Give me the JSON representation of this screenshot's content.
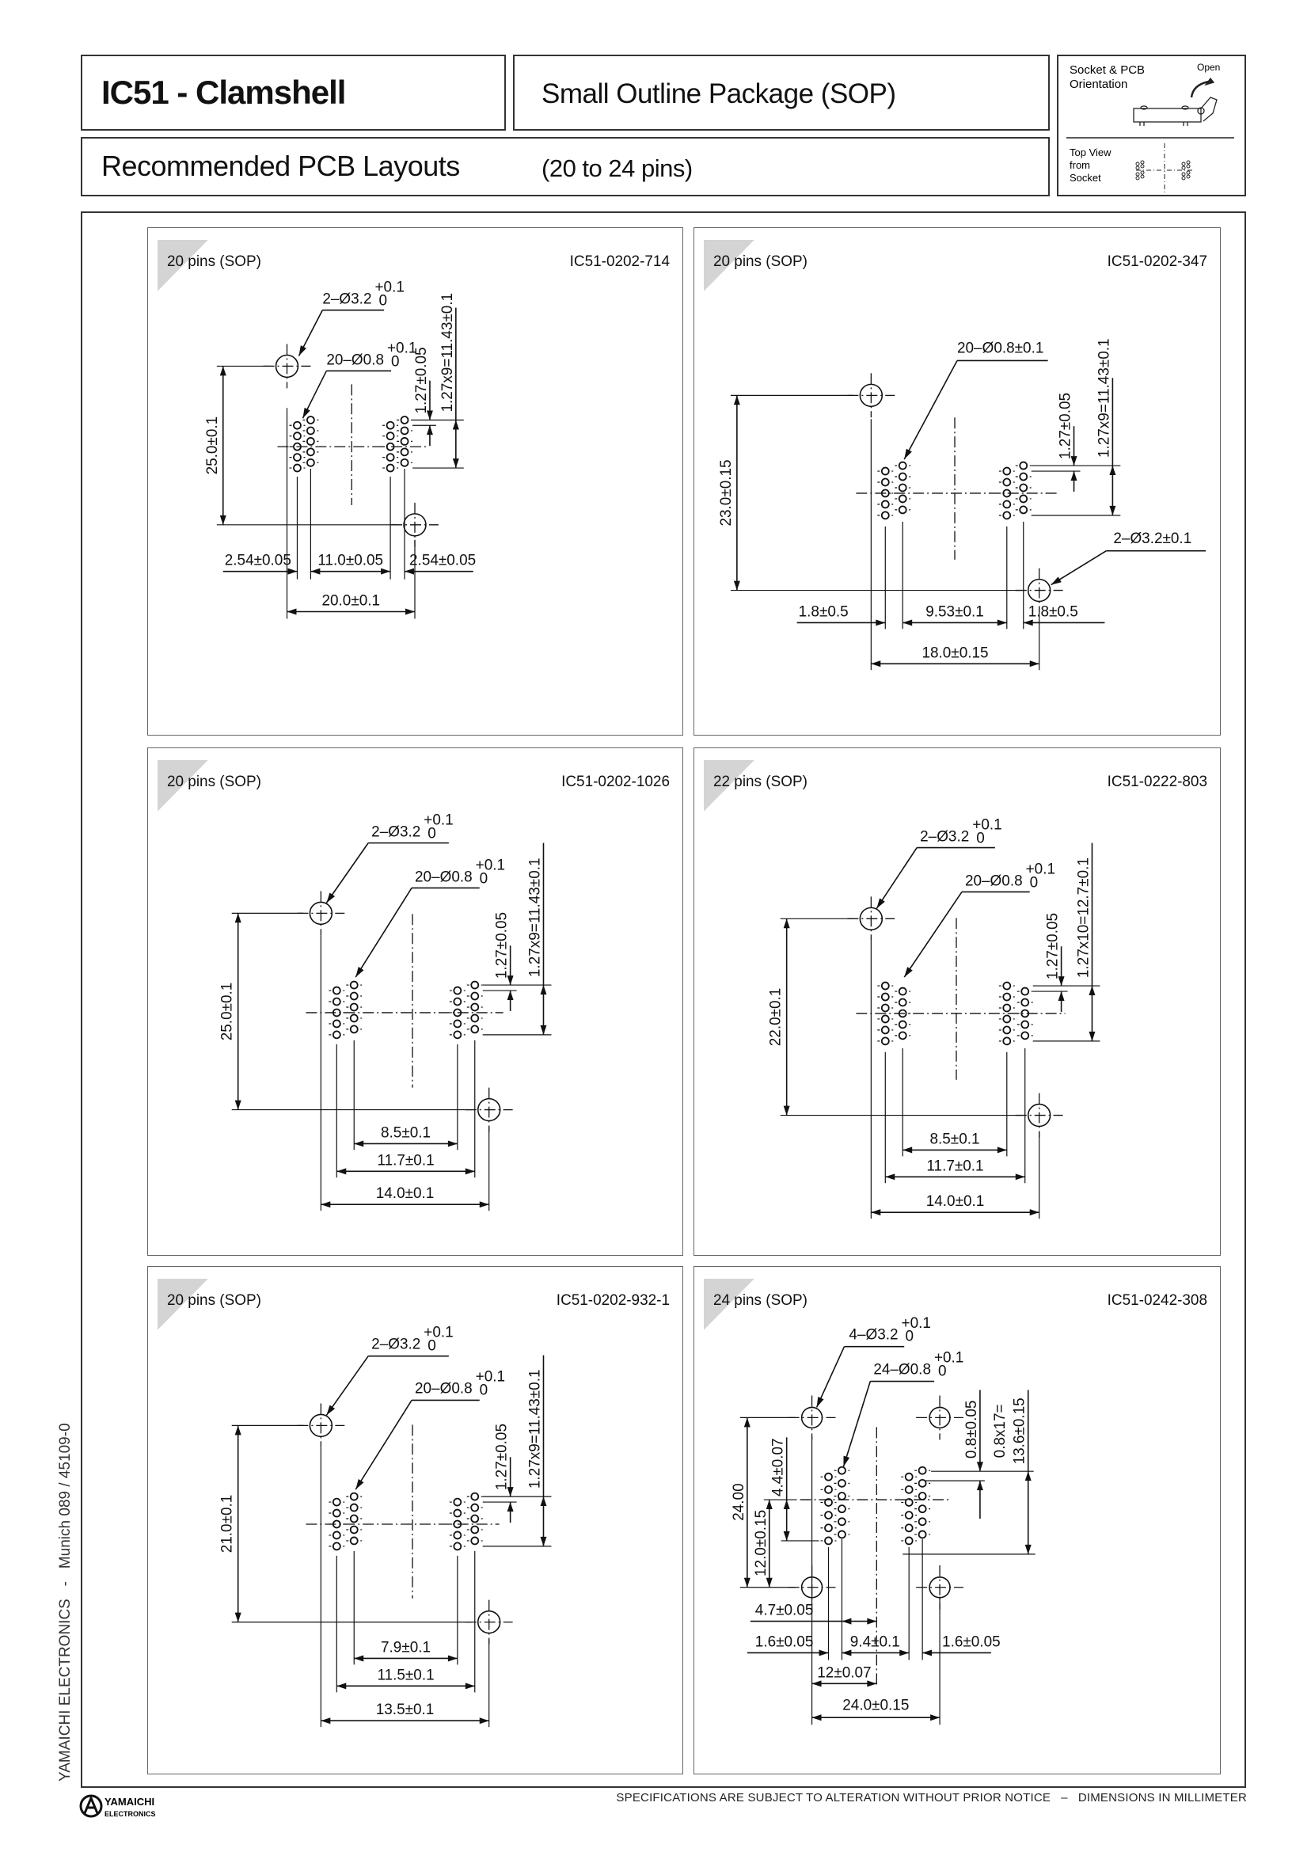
{
  "header": {
    "series_title": "IC51 - Clamshell",
    "package": "Small Outline Package (SOP)",
    "subtitle": "Recommended PCB Layouts",
    "pin_range": "(20 to 24 pins)"
  },
  "orientation": {
    "line1": "Socket & PCB",
    "line2": "Orientation",
    "open_label": "Open",
    "view1": "Top View",
    "view2": "from",
    "view3": "Socket"
  },
  "panels": [
    {
      "pins": "20 pins (SOP)",
      "part": "IC51-0202-714",
      "mount": {
        "text": "2–Ø3.2",
        "tol_upper": "+0.1",
        "tol_lower": "0"
      },
      "pinholes": {
        "text": "20–Ø0.8",
        "tol_upper": "+0.1",
        "tol_lower": "0"
      },
      "height": "25.0±0.1",
      "pitch": "1.27±0.05",
      "span": "1.27x9=11.43±0.1",
      "bottom": [
        "2.54±0.05",
        "11.0±0.05",
        "2.54±0.05",
        "20.0±0.1"
      ]
    },
    {
      "pins": "20 pins (SOP)",
      "part": "IC51-0202-347",
      "mount": {
        "text": "2–Ø3.2±0.1"
      },
      "pinholes": {
        "text": "20–Ø0.8±0.1"
      },
      "height": "23.0±0.15",
      "pitch": "1.27±0.05",
      "span": "1.27x9=11.43±0.1",
      "bottom": [
        "1.8±0.5",
        "9.53±0.1",
        "1.8±0.5",
        "18.0±0.15"
      ]
    },
    {
      "pins": "20 pins (SOP)",
      "part": "IC51-0202-1026",
      "mount": {
        "text": "2–Ø3.2",
        "tol_upper": "+0.1",
        "tol_lower": "0"
      },
      "pinholes": {
        "text": "20–Ø0.8",
        "tol_upper": "+0.1",
        "tol_lower": "0"
      },
      "height": "25.0±0.1",
      "pitch": "1.27±0.05",
      "span": "1.27x9=11.43±0.1",
      "bottom": [
        "8.5±0.1",
        "11.7±0.1",
        "14.0±0.1"
      ]
    },
    {
      "pins": "22 pins (SOP)",
      "part": "IC51-0222-803",
      "mount": {
        "text": "2–Ø3.2",
        "tol_upper": "+0.1",
        "tol_lower": "0"
      },
      "pinholes": {
        "text": "20–Ø0.8",
        "tol_upper": "+0.1",
        "tol_lower": "0"
      },
      "height": "22.0±0.1",
      "pitch": "1.27±0.05",
      "span": "1.27x10=12.7±0.1",
      "bottom": [
        "8.5±0.1",
        "11.7±0.1",
        "14.0±0.1"
      ]
    },
    {
      "pins": "20 pins (SOP)",
      "part": "IC51-0202-932-1",
      "mount": {
        "text": "2–Ø3.2",
        "tol_upper": "+0.1",
        "tol_lower": "0"
      },
      "pinholes": {
        "text": "20–Ø0.8",
        "tol_upper": "+0.1",
        "tol_lower": "0"
      },
      "height": "21.0±0.1",
      "pitch": "1.27±0.05",
      "span": "1.27x9=11.43±0.1",
      "bottom": [
        "7.9±0.1",
        "11.5±0.1",
        "13.5±0.1"
      ]
    },
    {
      "pins": "24 pins (SOP)",
      "part": "IC51-0242-308",
      "mount": {
        "text": "4–Ø3.2",
        "tol_upper": "+0.1",
        "tol_lower": "0"
      },
      "pinholes": {
        "text": "24–Ø0.8",
        "tol_upper": "+0.1",
        "tol_lower": "0"
      },
      "height": "24.00",
      "half_height": "12.0±0.15",
      "offset": "4.4±0.07",
      "pitch": "0.8±0.05",
      "span_line1": "0.8x17=",
      "span_line2": "13.6±0.15",
      "bottom": [
        "4.7±0.05",
        "1.6±0.05",
        "9.4±0.1",
        "1.6±0.05",
        "12±0.07",
        "24.0±0.15"
      ]
    }
  ],
  "side_text": "YAMAICHI ELECTRONICS   -   Munich 089 / 45109-0",
  "footer": {
    "notice": "SPECIFICATIONS ARE SUBJECT TO ALTERATION WITHOUT PRIOR NOTICE   –   DIMENSIONS IN MILLIMETER",
    "logo_line1": "YAMAICHI",
    "logo_line2": "ELECTRONICS"
  }
}
